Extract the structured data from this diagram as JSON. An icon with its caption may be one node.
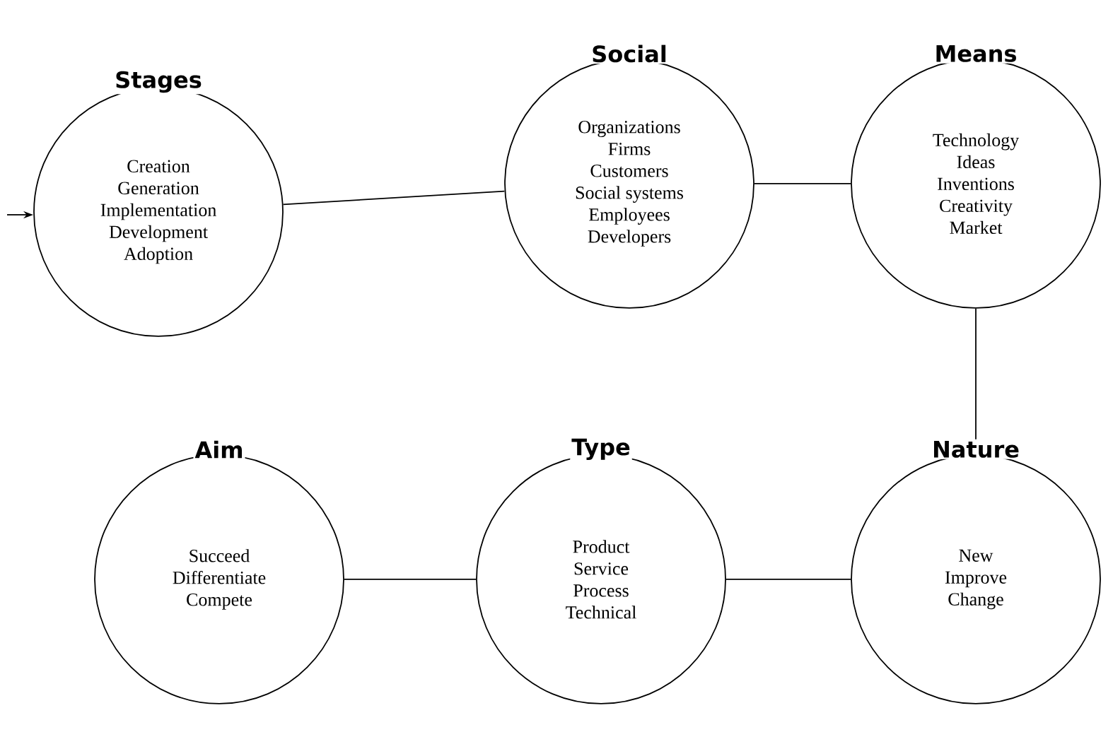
{
  "diagram": {
    "nodes": [
      {
        "text": [
          "Stages",
          "Creation",
          "Generation",
          "Implementation",
          "Development",
          "Adoption"
        ]
      },
      {
        "text": [
          "Social",
          "Organizations",
          "Firms",
          "Customers",
          "Social systems",
          "Employees",
          "Developers"
        ]
      },
      {
        "text": [
          "Means",
          "Technology",
          "Ideas",
          "Inventions",
          "Creativity",
          "Market"
        ]
      },
      {
        "text": [
          "Aim",
          "Succeed",
          "Differentiate",
          "Compete"
        ]
      },
      {
        "text": [
          "Type",
          "Product",
          "Service",
          "Process",
          "Technical"
        ]
      },
      {
        "text": [
          "Nature",
          "New",
          "Improve",
          "Change"
        ]
      }
    ],
    "edges": [
      {
        "from": null,
        "to": 0,
        "arrow": "to"
      },
      {
        "from": 0,
        "to": 1,
        "arrow": "none"
      },
      {
        "from": 1,
        "to": 2,
        "arrow": "none"
      },
      {
        "from": 2,
        "to": 5,
        "arrow": "none"
      },
      {
        "from": 5,
        "to": 4,
        "arrow": "none"
      },
      {
        "from": 4,
        "to": 3,
        "arrow": "none"
      }
    ]
  }
}
